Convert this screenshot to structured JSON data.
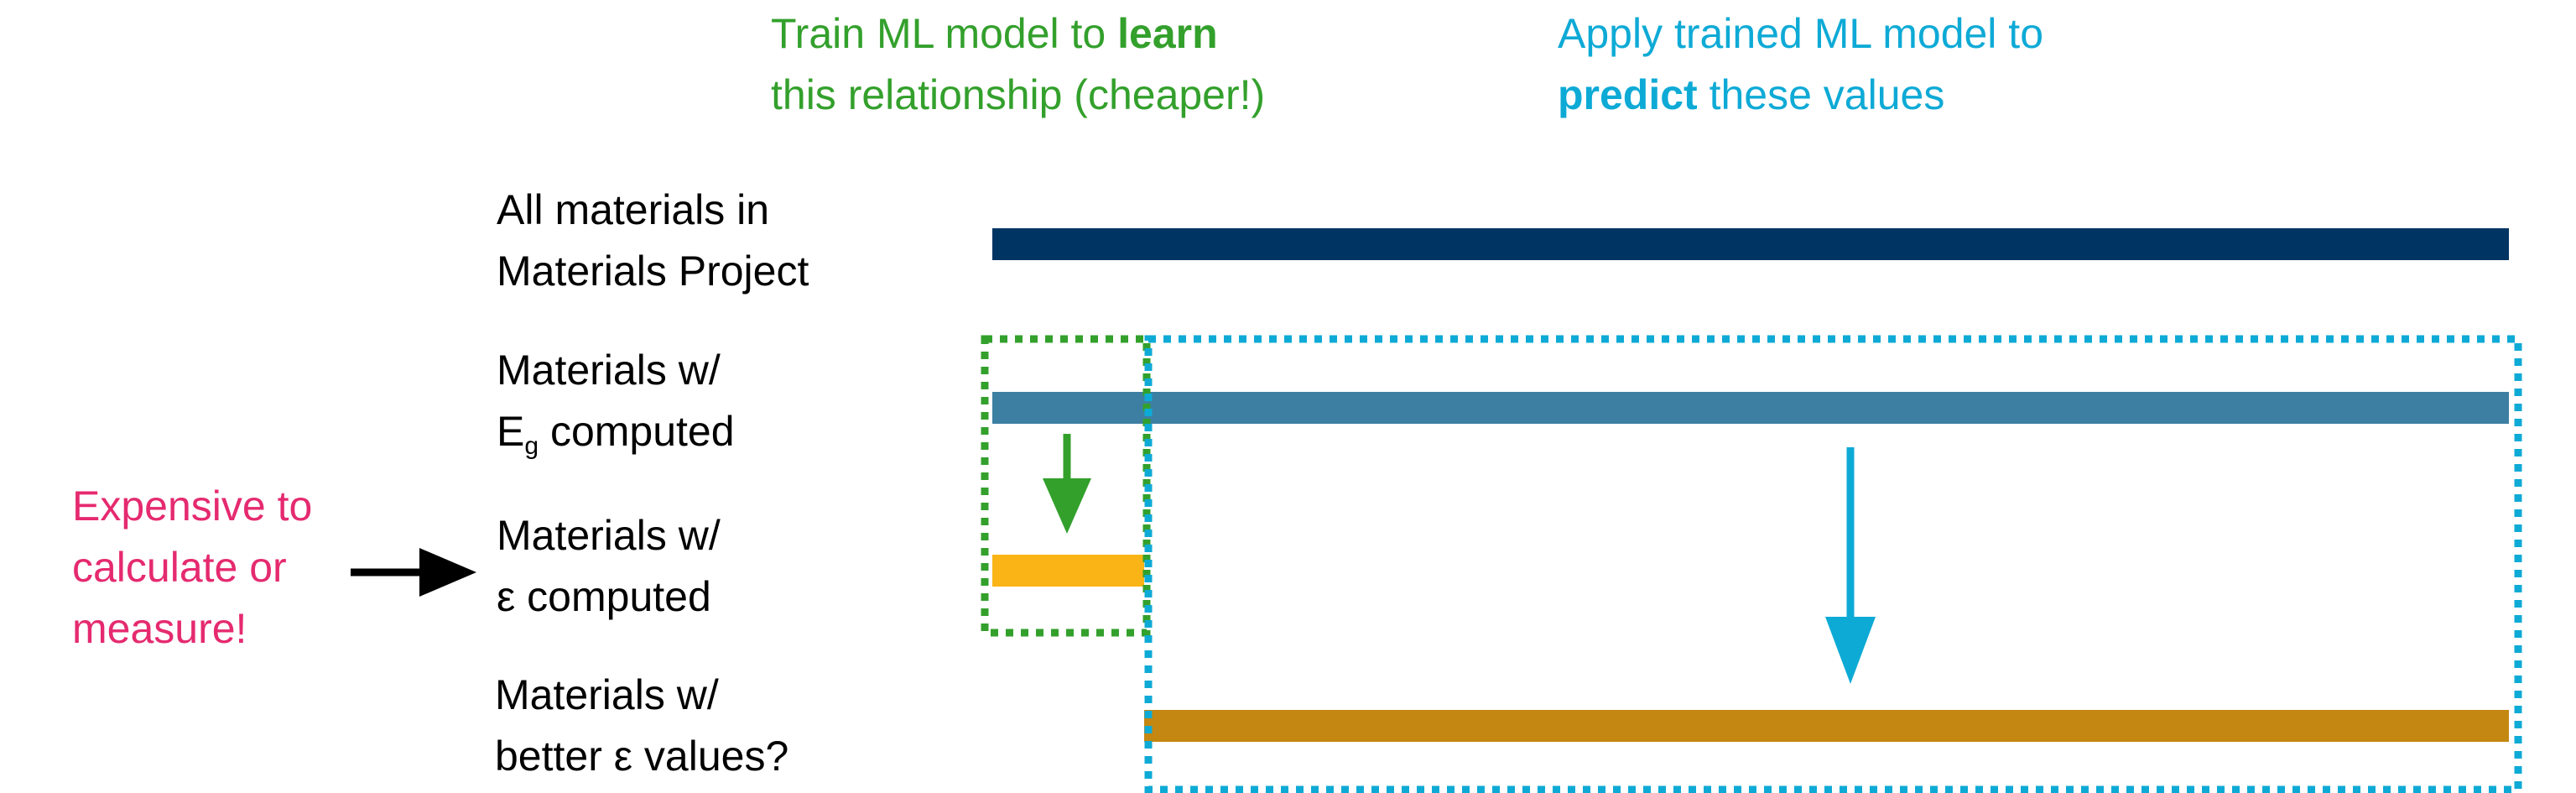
{
  "annotations": {
    "train": {
      "line1_pre": "Train ML model to ",
      "line1_bold": "learn",
      "line2": "this relationship (cheaper!)"
    },
    "apply": {
      "line1": "Apply trained ML model to",
      "line2_bold": "predict",
      "line2_post": " these values"
    },
    "expensive": {
      "line1": "Expensive to",
      "line2": "calculate or",
      "line3": "measure!"
    }
  },
  "rows": {
    "all": {
      "line1": "All materials in",
      "line2": "Materials Project"
    },
    "eg": {
      "line1": "Materials w/",
      "line2_main": "E",
      "line2_sub": "g",
      "line2_post": " computed"
    },
    "eps": {
      "line1": "Materials w/",
      "line2": "ε computed"
    },
    "better": {
      "line1": "Materials w/",
      "line2": "better ε values?"
    }
  },
  "colors": {
    "all_bar": "#003563",
    "eg_bar": "#3d7fa3",
    "eps_bar": "#fbb416",
    "better_bar": "#c48711",
    "train_box": "#33a02c",
    "apply_box": "#0eaad6",
    "expensive_text": "#e52a6f"
  }
}
